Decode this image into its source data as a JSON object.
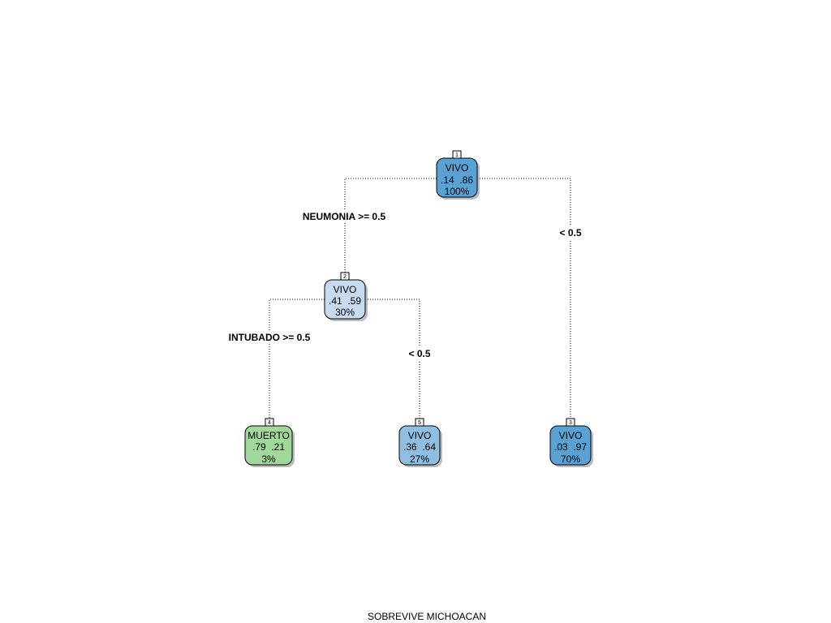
{
  "caption": "SOBREVIVE MICHOACAN",
  "colors": {
    "vivo_dark": "#5aa2d4",
    "vivo_mid": "#8ebfe2",
    "vivo_light": "#c6dbef",
    "muerto": "#a1d99b",
    "shadow": "#bdbdbd"
  },
  "nodes": [
    {
      "id": "1",
      "class_label": "VIVO",
      "probs": ".14  .86",
      "percent": "100%",
      "color": "#5aa2d4"
    },
    {
      "id": "2",
      "class_label": "VIVO",
      "probs": ".41  .59",
      "percent": "30%",
      "color": "#c6dbef"
    },
    {
      "id": "4",
      "class_label": "MUERTO",
      "probs": ".79  .21",
      "percent": "3%",
      "color": "#a1d99b"
    },
    {
      "id": "5",
      "class_label": "VIVO",
      "probs": ".36  .64",
      "percent": "27%",
      "color": "#8ebfe2"
    },
    {
      "id": "3",
      "class_label": "VIVO",
      "probs": ".03  .97",
      "percent": "70%",
      "color": "#5aa2d4"
    }
  ],
  "splits": [
    {
      "text": "NEUMONIA >= 0.5"
    },
    {
      "text": "< 0.5"
    },
    {
      "text": "INTUBADO >= 0.5"
    },
    {
      "text": "< 0.5"
    }
  ]
}
